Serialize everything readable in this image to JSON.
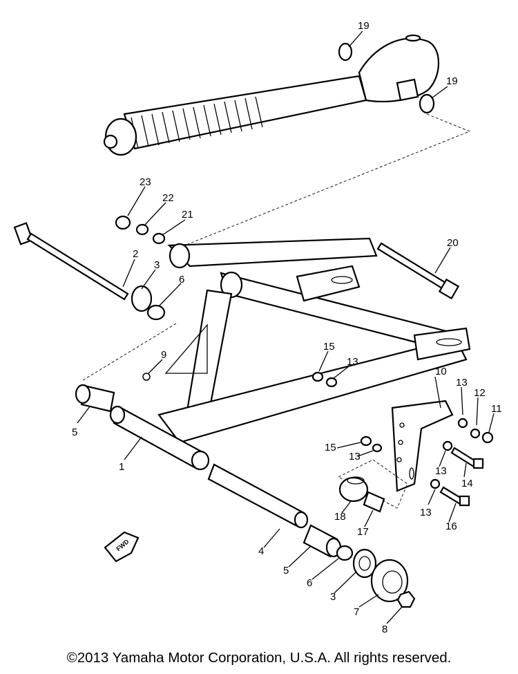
{
  "copyright": "©2013 Yamaha Motor Corporation, U.S.A. All rights reserved.",
  "fwd_label": "FWD",
  "callouts": [
    {
      "id": "c19a",
      "text": "19"
    },
    {
      "id": "c19b",
      "text": "19"
    },
    {
      "id": "c23",
      "text": "23"
    },
    {
      "id": "c22",
      "text": "22"
    },
    {
      "id": "c21",
      "text": "21"
    },
    {
      "id": "c2",
      "text": "2"
    },
    {
      "id": "c3a",
      "text": "3"
    },
    {
      "id": "c6a",
      "text": "6"
    },
    {
      "id": "c20",
      "text": "20"
    },
    {
      "id": "c9",
      "text": "9"
    },
    {
      "id": "c15a",
      "text": "15"
    },
    {
      "id": "c13a",
      "text": "13"
    },
    {
      "id": "c10",
      "text": "10"
    },
    {
      "id": "c13b",
      "text": "13"
    },
    {
      "id": "c12",
      "text": "12"
    },
    {
      "id": "c11",
      "text": "11"
    },
    {
      "id": "c5a",
      "text": "5"
    },
    {
      "id": "c1",
      "text": "1"
    },
    {
      "id": "c15b",
      "text": "15"
    },
    {
      "id": "c13c",
      "text": "13"
    },
    {
      "id": "c13d",
      "text": "13"
    },
    {
      "id": "c14",
      "text": "14"
    },
    {
      "id": "c18",
      "text": "18"
    },
    {
      "id": "c17",
      "text": "17"
    },
    {
      "id": "c13e",
      "text": "13"
    },
    {
      "id": "c16",
      "text": "16"
    },
    {
      "id": "c4",
      "text": "4"
    },
    {
      "id": "c5b",
      "text": "5"
    },
    {
      "id": "c6b",
      "text": "6"
    },
    {
      "id": "c3b",
      "text": "3"
    },
    {
      "id": "c7",
      "text": "7"
    },
    {
      "id": "c8",
      "text": "8"
    }
  ]
}
